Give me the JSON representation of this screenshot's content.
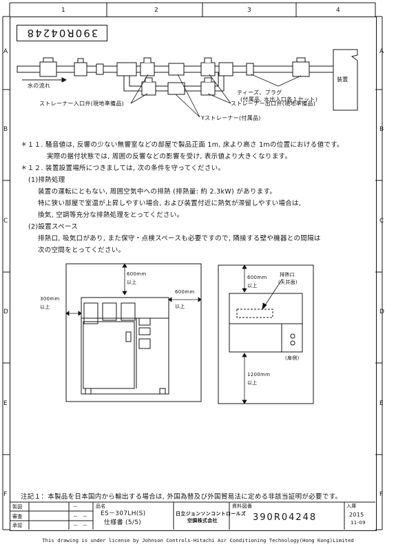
{
  "columns": [
    "1",
    "2",
    "3",
    "4"
  ],
  "rows": [
    "A",
    "B",
    "C",
    "D",
    "E",
    "F"
  ],
  "drawing_number_rotated": "390R04248",
  "piping": {
    "flow_label": "水の流れ",
    "device_label": "装置",
    "tees_plug_1": "ティーズ、プラグ",
    "tees_plug_2": "(付属品, 水出入口各１セット)",
    "strainer_in": "ストレーナー入口弁(現地準備品)",
    "strainer_out": "ストレーナー出口弁(現地準備品)",
    "y_strainer": "Yストレーナー(付属品)"
  },
  "notes": {
    "n11_l1": "＊１１. 騒音値は, 反響の少ない無響室などの部屋で製品正面 1m, 床より高さ 1mの位置における値です。",
    "n11_l2": "実際の据付状態では, 周囲の反響などの影響を受け, 表示値より大きくなります。",
    "n12_l1": "＊１２. 装置設置場所につきましては, 次の条件を守ってください。",
    "h1": "(1)排熱処理",
    "h1_l1": "装置の運転にともない, 周囲空気中への排熱 (排熱量: 約 2.3kW) があります。",
    "h1_l2": "特に狭い部屋で室温が上昇しやすい場合, および装置付近に熱気が滞留しやすい場合は,",
    "h1_l3": "換気, 空調等充分な排熱処理をとってください。",
    "h2": "(2)設置スペース",
    "h2_l1": "排熱口, 吸気口があり, また保守・点検スペースも必要ですので, 隣接する壁や機器との間隔は",
    "h2_l2": "次の空間をとってください。"
  },
  "front_view": {
    "top_val": "600mm",
    "top_sub": "以上",
    "left_val": "300mm",
    "left_sub": "以上",
    "right_val": "600mm",
    "right_sub": "以上"
  },
  "side_view": {
    "top_val": "600mm",
    "top_sub": "以上",
    "exhaust": "排熱口",
    "exhaust_sub": "(天井面)",
    "rear": "(扉側)",
    "bottom_val": "1200mm",
    "bottom_sub": "以上"
  },
  "footnote": "注記１：本製品を日本国内から輸出する場合は, 外国為替及び外国貿易法に定める非該当証明が必要です。",
  "title_block": {
    "r1": "製図",
    "r2": "審査",
    "r3": "承認",
    "dash": "－",
    "name_label": "品名",
    "model": "ES－307LH(S)",
    "spec": "仕様書 (5/5)",
    "company_1": "日立ジョンソンコントロールズ",
    "company_2": "空調株式会社",
    "drawno_label": "資料図番",
    "drawno": "390R04248",
    "date_label": "入庫",
    "year": "2015",
    "month": "11-09"
  },
  "license": "This drawing is under license by Johnson Controls-Hitachi Air Conditioning Technology(Hong Kong)Limited"
}
